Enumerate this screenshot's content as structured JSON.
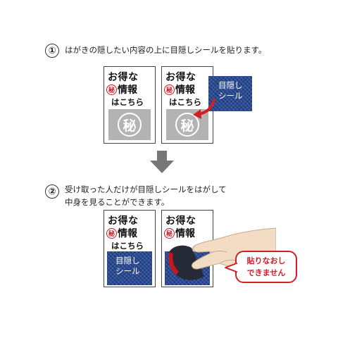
{
  "step1": {
    "number": "①",
    "text": "はがきの隠したい内容の上に目隠しシールを貼ります。"
  },
  "step2": {
    "number": "②",
    "line1": "受け取った人だけが目隠しシールをはがして",
    "line2": "中身を見ることができます。"
  },
  "card": {
    "line1": "お得な",
    "stamp": "秘",
    "line2": "情報",
    "line3": "はこちら",
    "secret_mark": "秘"
  },
  "seal": {
    "line1": "目隠し",
    "line2": "シール"
  },
  "bubble": {
    "line1": "貼りなおし",
    "line2": "できません"
  },
  "colors": {
    "seal_blue": "#2d4f9c",
    "accent_red": "#d21e26",
    "secret_gray": "#b3b3b3",
    "arrow_gray": "#777777",
    "hand_skin": "#f2dcc4"
  },
  "icons": {
    "step_arrow": "down-arrow-icon",
    "apply_arrow": "curved-arrow-icon",
    "hand": "hand-icon"
  }
}
